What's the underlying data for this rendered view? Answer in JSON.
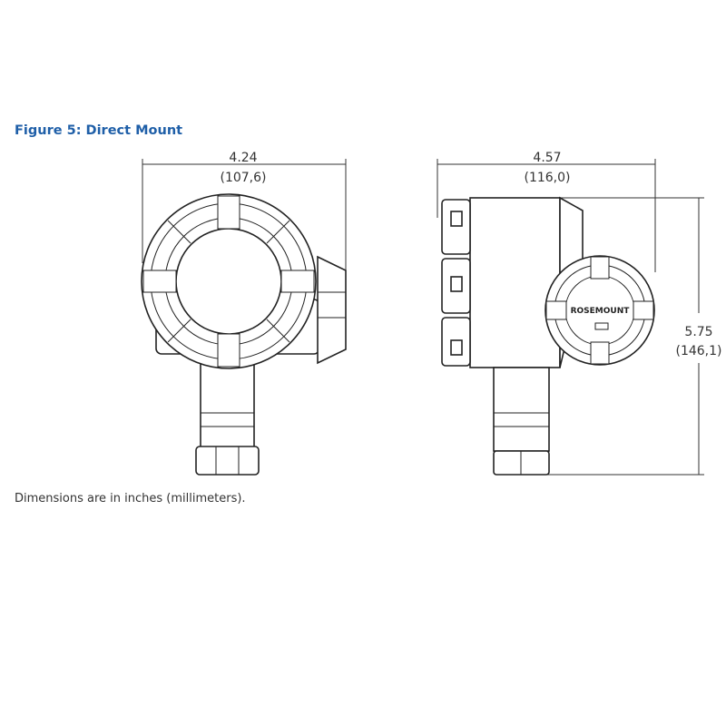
{
  "figure": {
    "title": "Figure 5: Direct Mount",
    "note": "Dimensions are in inches (millimeters).",
    "front_view": {
      "width_in": "4.24",
      "width_mm": "(107,6)"
    },
    "side_view": {
      "width_in": "4.57",
      "width_mm": "(116,0)",
      "height_in": "5.75",
      "height_mm": "(146,1)",
      "cover_label": "ROSEMOUNT"
    }
  }
}
